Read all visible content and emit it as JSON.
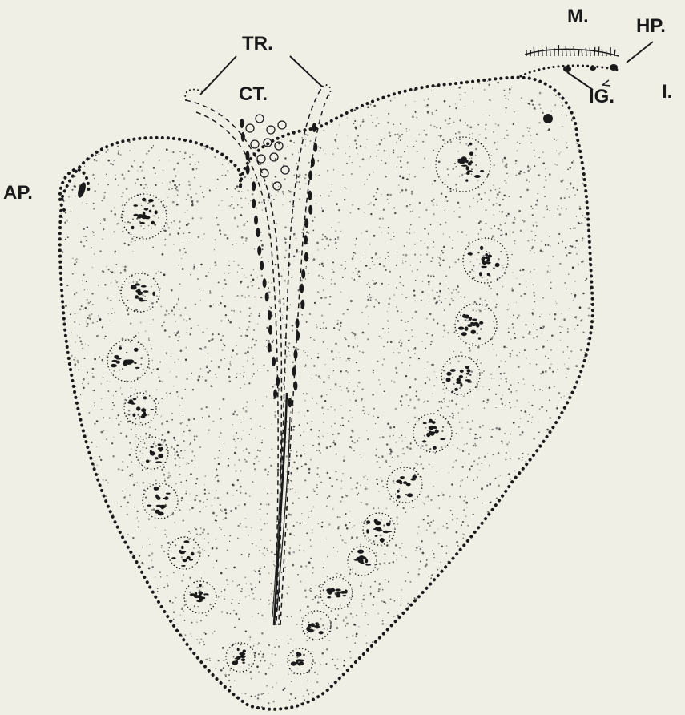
{
  "figure": {
    "background": "#efefe6",
    "ink": "#1a1a1a",
    "labels": {
      "tr": "TR.",
      "ct": "CT.",
      "ap": "AP.",
      "m": "M.",
      "hp": "HP.",
      "ig": "IG.",
      "i": "I."
    }
  }
}
